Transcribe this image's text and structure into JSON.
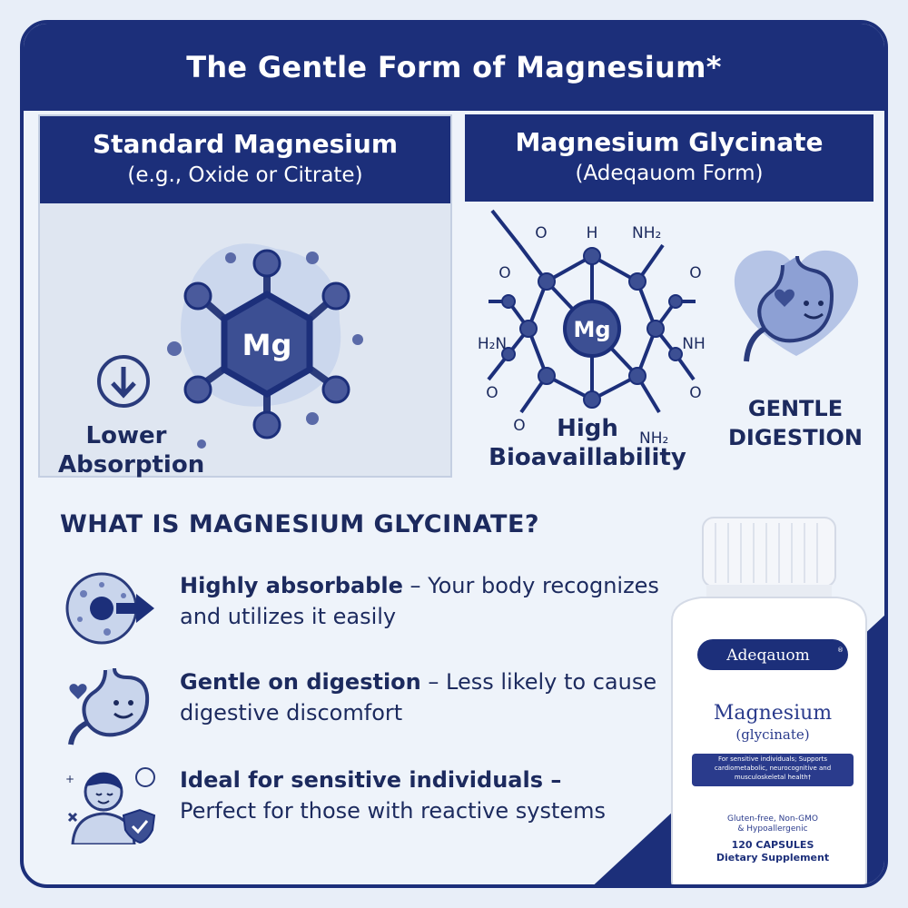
{
  "title": "The Gentle Form of Magnesium*",
  "left_panel": {
    "heading": "Standard Magnesium",
    "subheading": "(e.g., Oxide or Citrate)",
    "atom_label": "Mg",
    "indicator_line1": "Lower",
    "indicator_line2": "Absorption",
    "icon": "down-arrow-icon"
  },
  "right_panel": {
    "heading": "Magnesium Glycinate",
    "subheading": "(Adeqauom Form)",
    "atom_label": "Mg",
    "molecule_labels": {
      "h": "H",
      "nh2_top": "NH₂",
      "nh2_bottom": "NH₂",
      "h2n": "H₂N",
      "nh": "NH",
      "o": "O"
    },
    "bio_line1": "High",
    "bio_line2": "Bioavaillability",
    "digest_line1": "GENTLE",
    "digest_line2": "DIGESTION",
    "icon": "stomach-heart-icon"
  },
  "question": "WHAT IS MAGNESIUM GLYCINATE?",
  "features": [
    {
      "bold": "Highly absorbable",
      "dash": " – ",
      "rest": "Your body recognizes and utilizes it easily",
      "icon": "cell-absorption-icon"
    },
    {
      "bold": "Gentle on digestion",
      "dash": " – ",
      "rest": "Less likely to cause digestive discomfort",
      "icon": "happy-stomach-icon"
    },
    {
      "bold": "Ideal for sensitive individuals",
      "dash": " –",
      "rest": "Perfect for those with reactive systems",
      "icon": "person-shield-icon"
    }
  ],
  "bottle": {
    "brand": "Adeqauom",
    "registered": "®",
    "product": "Magnesium",
    "form": "(glycinate)",
    "claim": "For sensitive individuals; Supports cardiometabolic, neurocognitive and musculoskeletal health†",
    "free_from_line1": "Gluten-free, Non-GMO",
    "free_from_line2": "& Hypoallergenic",
    "count": "120 CAPSULES",
    "type": "Dietary Supplement"
  },
  "colors": {
    "navy": "#1c2f7a",
    "mid_blue": "#3c4f93",
    "light_blue": "#c9d5ec",
    "background": "#eef3fa"
  }
}
